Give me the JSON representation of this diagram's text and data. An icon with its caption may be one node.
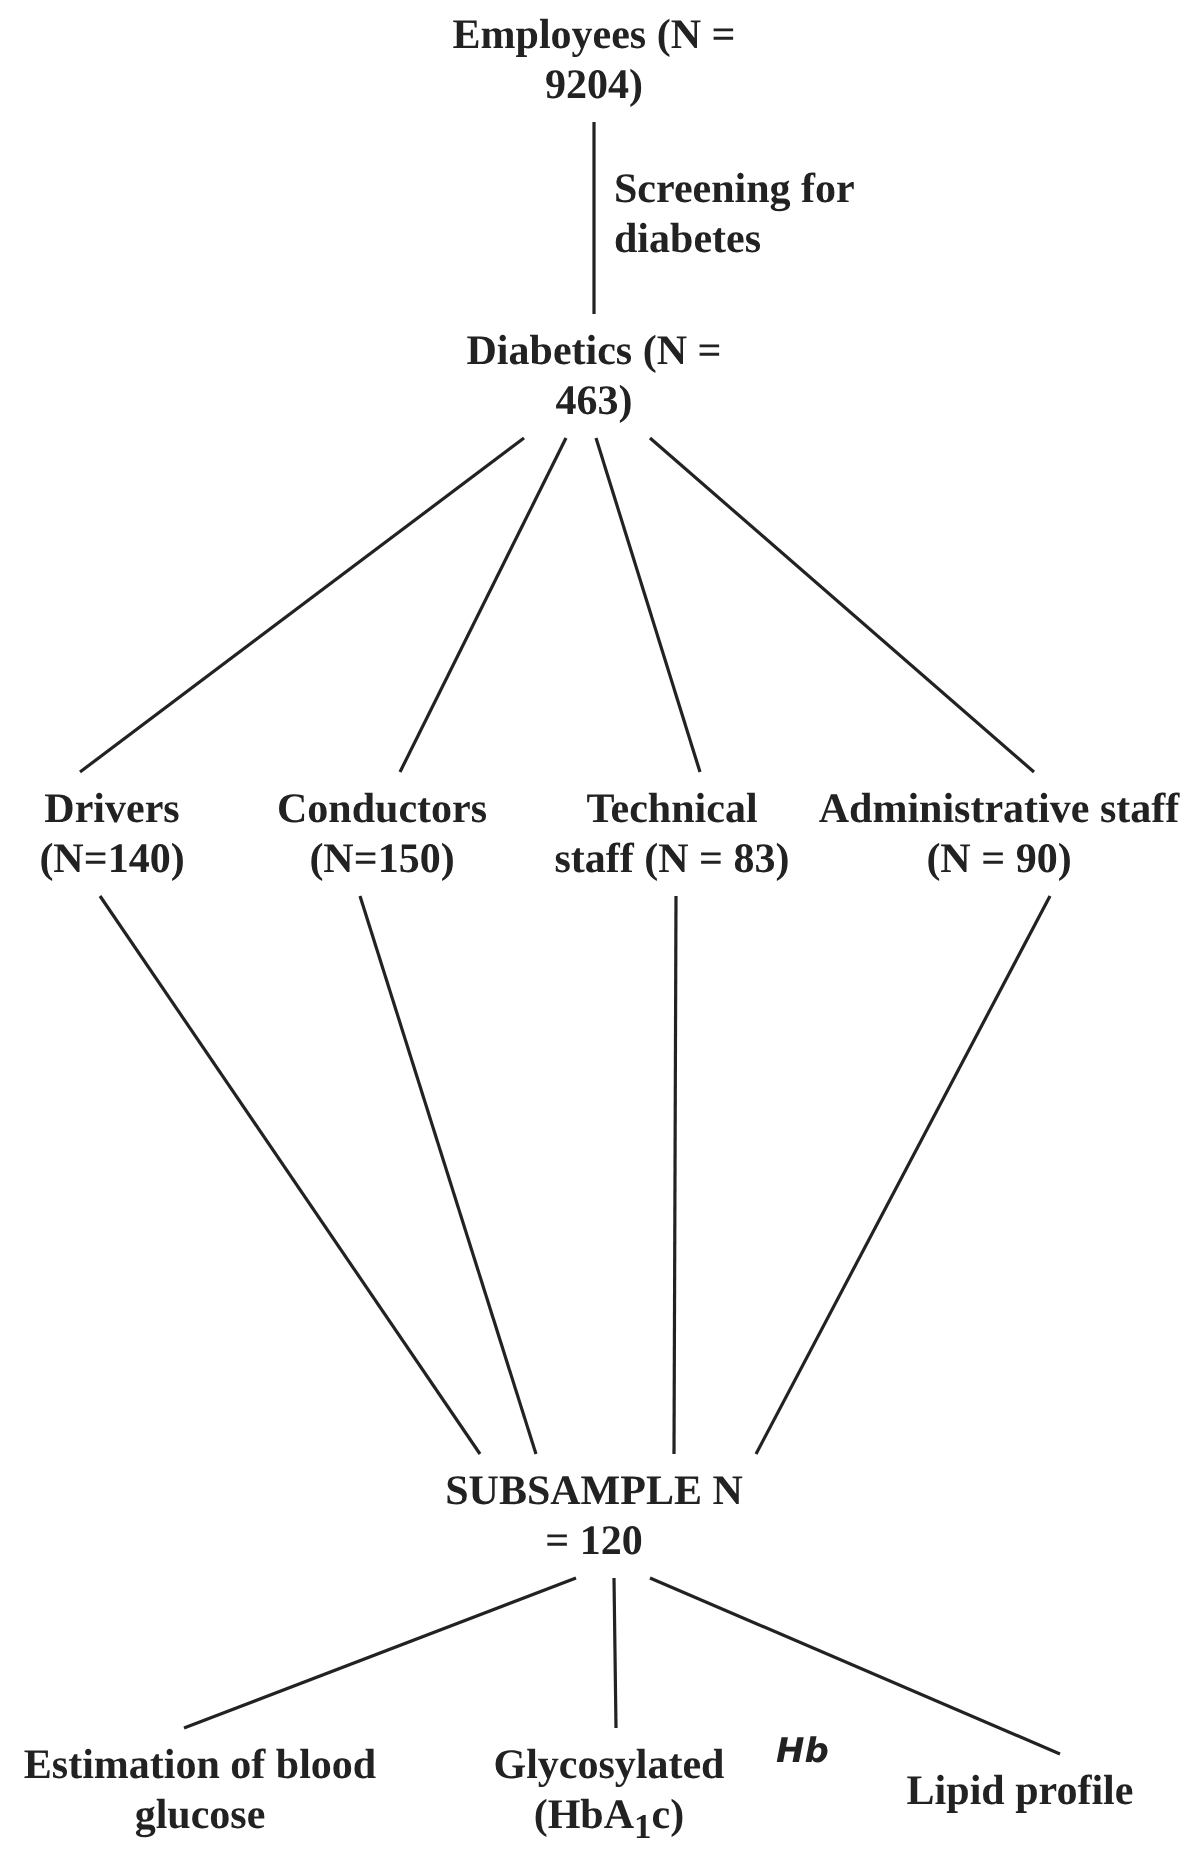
{
  "diagram": {
    "nodes": [
      {
        "text": [
          "Employees (N = 9204)"
        ]
      },
      {
        "text": [
          "Diabetics (N = 463)"
        ]
      },
      {
        "text": [
          "Drivers (N=140)"
        ]
      },
      {
        "text": [
          "Conductors (N=150)"
        ]
      },
      {
        "text": [
          "Technical staff (N = 83)"
        ]
      },
      {
        "text": [
          "Administrative staff (N = 90)"
        ]
      },
      {
        "text": [
          "SUBSAMPLE N = 120"
        ]
      },
      {
        "text": [
          "Estimation of blood glucose"
        ]
      },
      {
        "text": [
          "Glycosylated (HbA$_{1}$c)"
        ]
      },
      {
        "text": [
          "Lipid profile"
        ]
      }
    ],
    "edges": [
      {
        "from": 0,
        "to": 1,
        "arrow": "none",
        "label": "Screening for diabetes"
      },
      {
        "from": 1,
        "to": 2,
        "arrow": "none"
      },
      {
        "from": 1,
        "to": 3,
        "arrow": "none"
      },
      {
        "from": 1,
        "to": 4,
        "arrow": "none"
      },
      {
        "from": 1,
        "to": 5,
        "arrow": "none"
      },
      {
        "from": 2,
        "to": 6,
        "arrow": "none"
      },
      {
        "from": 3,
        "to": 6,
        "arrow": "none"
      },
      {
        "from": 4,
        "to": 6,
        "arrow": "none"
      },
      {
        "from": 5,
        "to": 6,
        "arrow": "none"
      },
      {
        "from": 6,
        "to": 7,
        "arrow": "none"
      },
      {
        "from": 6,
        "to": 8,
        "arrow": "none"
      },
      {
        "from": 6,
        "to": 9,
        "arrow": "none"
      }
    ],
    "labels": [
      "Hb"
    ]
  }
}
